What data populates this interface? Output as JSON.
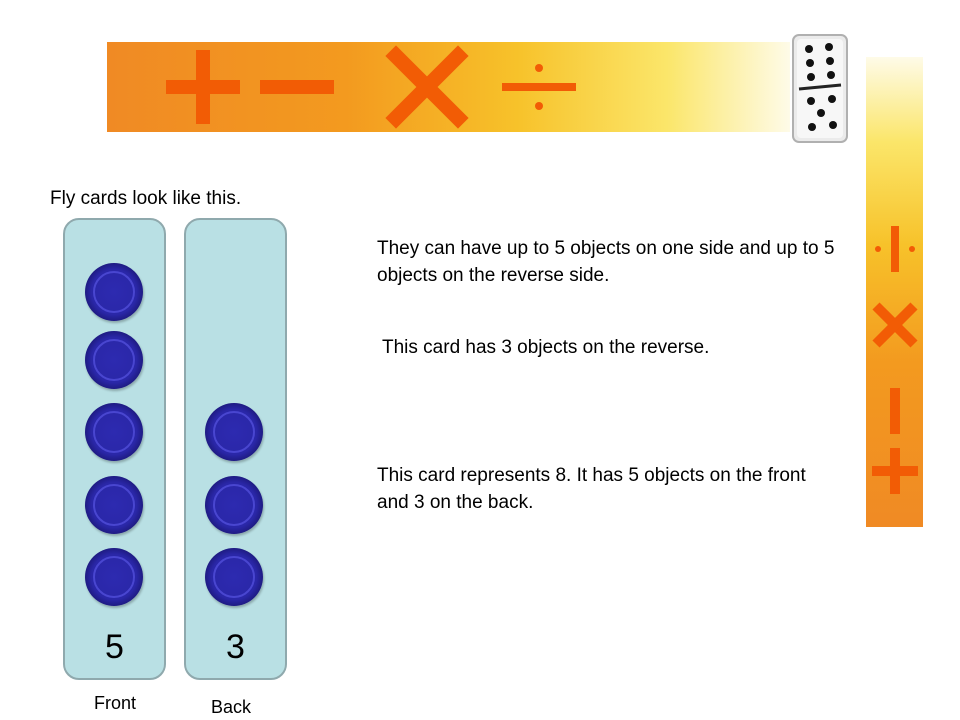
{
  "banner": {
    "operators": [
      "plus-icon",
      "minus-icon",
      "times-icon",
      "divide-icon"
    ],
    "colors": {
      "operator": "#f25c05",
      "orange": "#f08a24",
      "yellow": "#fbe66a",
      "pale": "#fefbe8"
    }
  },
  "intro": "Fly cards look like this.",
  "explanation": {
    "para1": "They can have up to 5 objects on one side and up to 5 objects on the reverse side.",
    "para2": "This card has 3 objects on the reverse.",
    "para3": "This card represents 8. It has 5 objects on the front and 3 on the back."
  },
  "cards": {
    "front": {
      "number": "5",
      "label": "Front",
      "counters": 5
    },
    "back": {
      "number": "3",
      "label": "Back",
      "counters": 3
    },
    "colors": {
      "card": "#b9e0e4",
      "counter": "#2a27a8"
    }
  },
  "domino": {
    "top_pips": 6,
    "bottom_pips": 5
  }
}
